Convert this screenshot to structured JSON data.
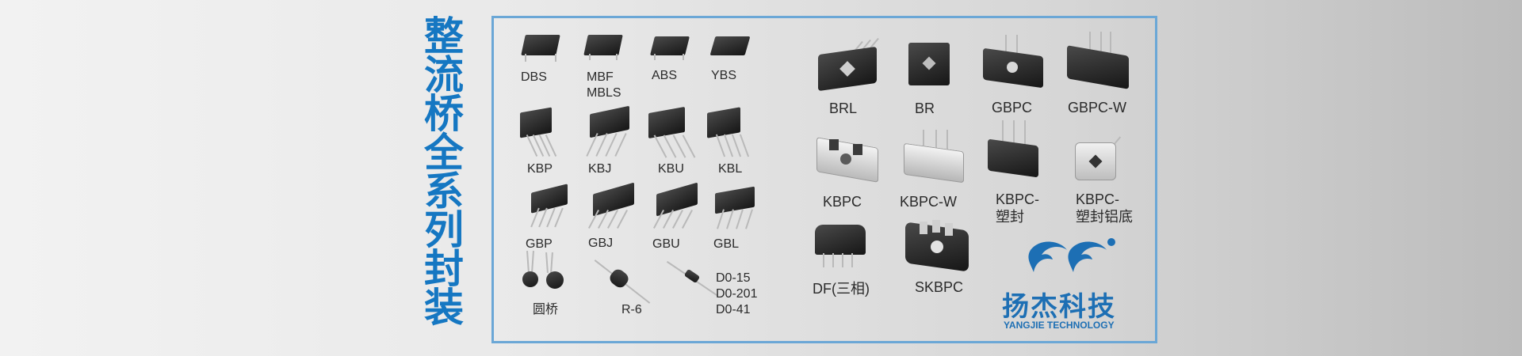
{
  "banner": {
    "title_chars": [
      "整",
      "流",
      "桥",
      "全",
      "系",
      "列",
      "封",
      "装"
    ],
    "accent_color": "#1577c2",
    "frame_color": "#6ba7d6"
  },
  "packages": {
    "small": {
      "dbs": "DBS",
      "mbf": "MBF",
      "mbls": "MBLS",
      "abs": "ABS",
      "ybs": "YBS",
      "kbp": "KBP",
      "kbj": "KBJ",
      "kbu": "KBU",
      "kbl": "KBL",
      "gbp": "GBP",
      "gbj": "GBJ",
      "gbu": "GBU",
      "gbl": "GBL",
      "round_bridge": "圆桥",
      "r6": "R-6",
      "do15": "D0-15",
      "do201": "D0-201",
      "do41": "D0-41"
    },
    "large": {
      "brl": "BRL",
      "br": "BR",
      "gbpc": "GBPC",
      "gbpcw": "GBPC-W",
      "kbpc": "KBPC",
      "kbpcw": "KBPC-W",
      "kbpc_plastic_1": "KBPC-",
      "kbpc_plastic_2": "塑封",
      "kbpc_al_1": "KBPC-",
      "kbpc_al_2": "塑封铝底",
      "df": "DF(三相)",
      "skbpc": "SKBPC"
    }
  },
  "logo": {
    "cn": "扬杰科技",
    "en": "YANGJIE TECHNOLOGY",
    "color": "#1d6fb4"
  }
}
